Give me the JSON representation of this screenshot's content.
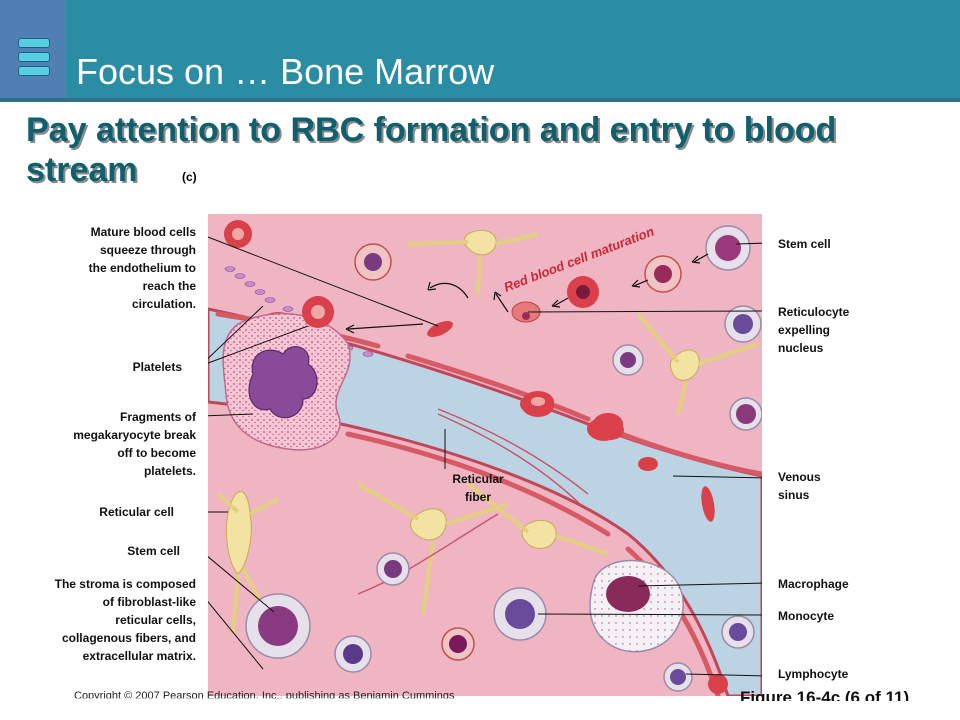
{
  "header": {
    "title": "Focus on … Bone Marrow"
  },
  "subtitle": "Pay attention to RBC formation and entry to blood stream",
  "panel_letter": "(c)",
  "figure": {
    "arrow_label": "Red blood cell maturation",
    "labels_left": {
      "mature_cells": "Mature blood cells squeeze through the endothelium to reach the circulation.",
      "platelets": "Platelets",
      "fragments": "Fragments of megakaryocyte break off to become platelets.",
      "reticular_cell": "Reticular cell",
      "stem_cell": "Stem cell",
      "stroma": "The stroma is composed of fibroblast-like reticular cells, collagenous fibers, and extracellular matrix."
    },
    "labels_center": {
      "reticular_fiber": "Reticular fiber"
    },
    "labels_right": {
      "stem_cell": "Stem cell",
      "reticulocyte": "Reticulocyte expelling nucleus",
      "venous_sinus": "Venous sinus",
      "macrophage": "Macrophage",
      "monocyte": "Monocyte",
      "lymphocyte": "Lymphocyte"
    }
  },
  "footer": {
    "copyright": "Copyright © 2007 Pearson Education, Inc., publishing as Benjamin Cummings",
    "figure_ref": "Figure 16-4c (6 of 11)"
  },
  "colors": {
    "header_bar": "#2b8da3",
    "logo_block": "#4f7fb3",
    "subtitle_text": "#0f5f6e",
    "tissue_pink": "#f0b5c2",
    "sinus_blue": "#bcd3e3",
    "rbc_red": "#d9404a",
    "nucleus_purple": "#7a3a80"
  }
}
